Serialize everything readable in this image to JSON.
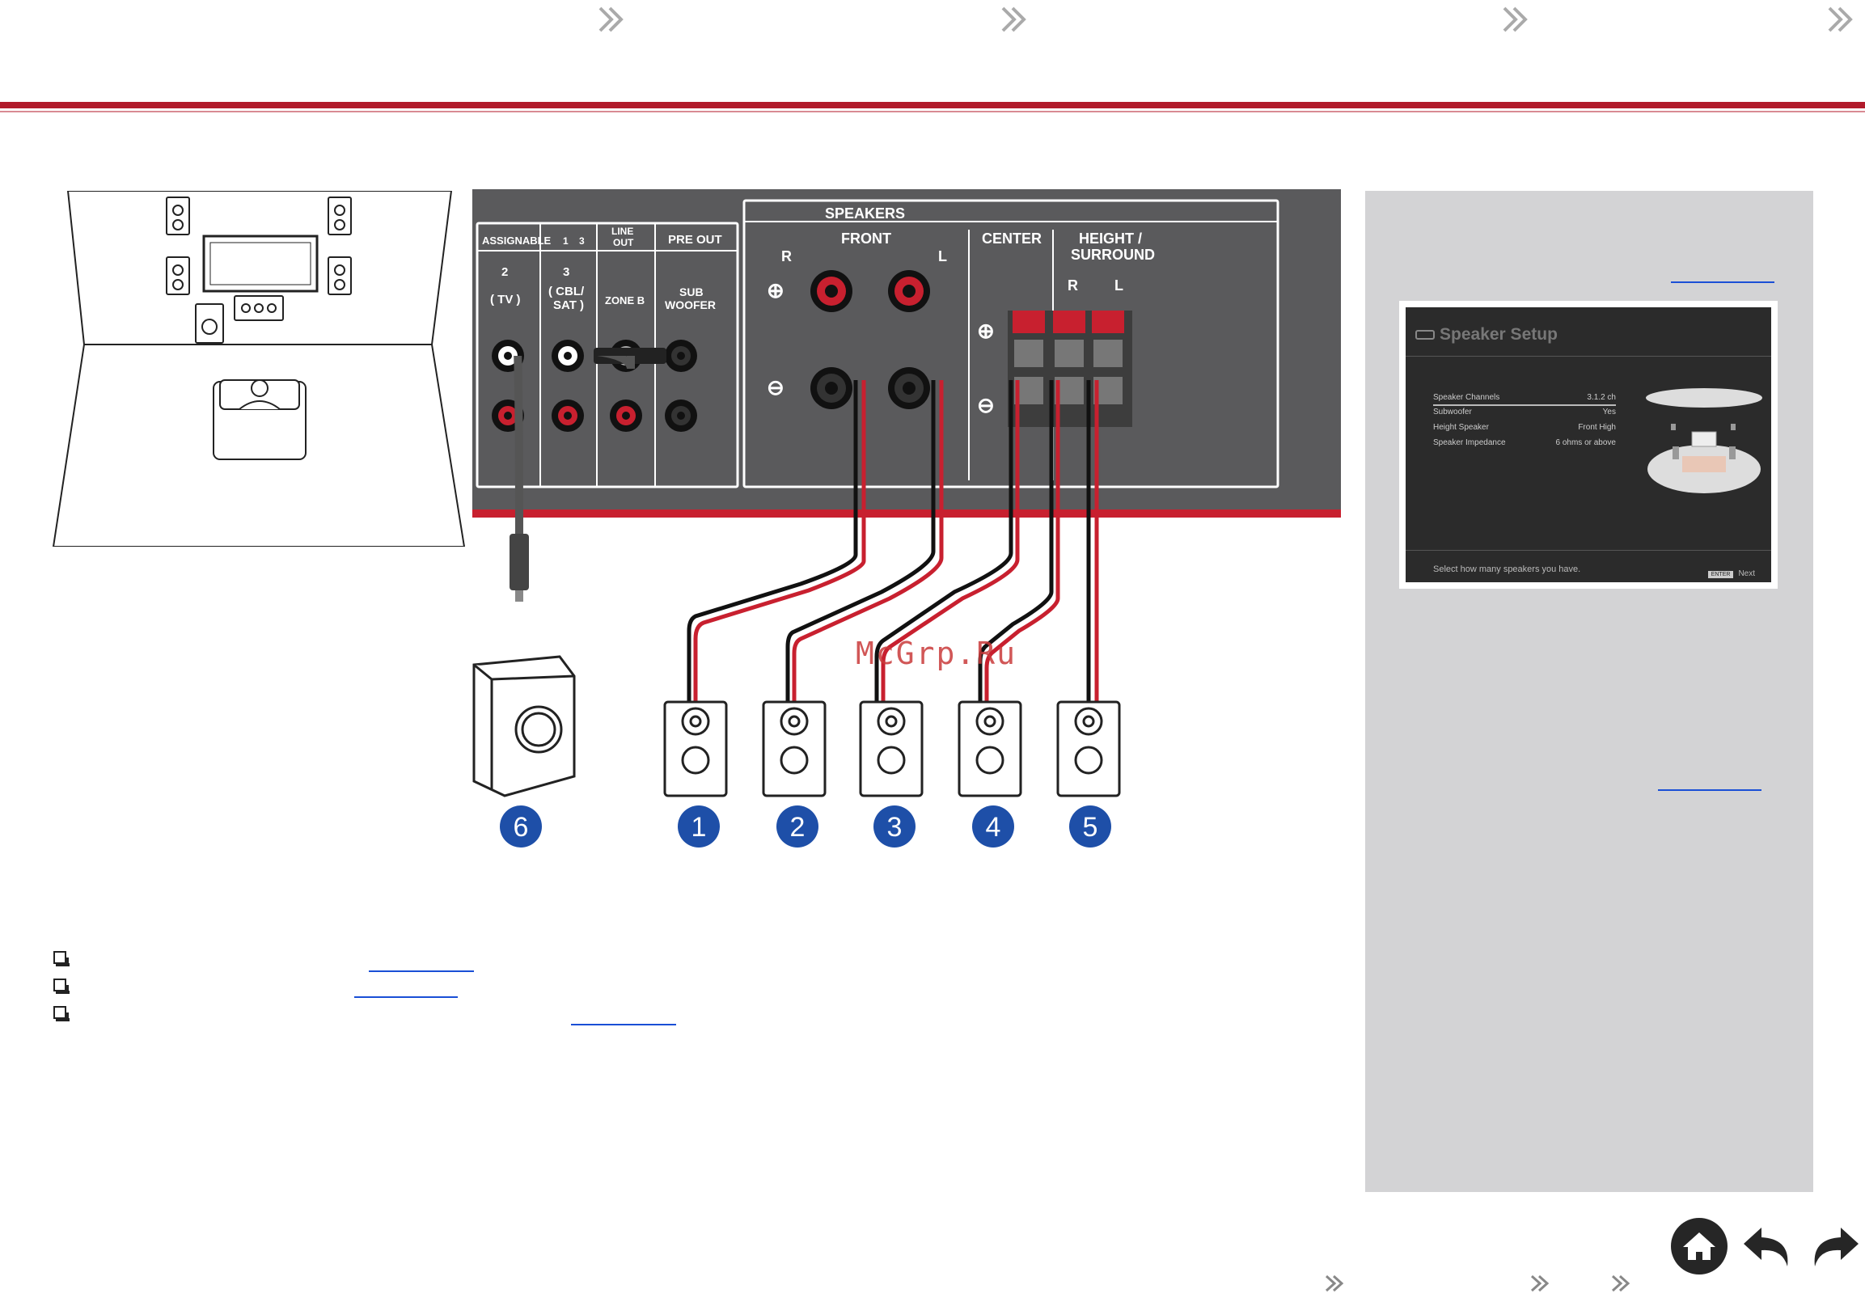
{
  "rear_panel": {
    "speakers_label": "SPEAKERS",
    "front_label": "FRONT",
    "front_r": "R",
    "front_l": "L",
    "center_label": "CENTER",
    "height_label_1": "HEIGHT /",
    "height_label_2": "SURROUND",
    "height_r": "R",
    "height_l": "L",
    "assignable_label": "ASSIGNABLE",
    "assignable_range_a": "1",
    "assignable_range_b": "3",
    "input2_num": "2",
    "input2_name": "( TV )",
    "input3_num": "3",
    "input3_name_1": "( CBL/",
    "input3_name_2": "SAT )",
    "line_out_1": "LINE",
    "line_out_2": "OUT",
    "zone_b": "ZONE B",
    "pre_out": "PRE OUT",
    "sub_1": "SUB",
    "sub_2": "WOOFER",
    "plus": "⊕",
    "minus": "⊖"
  },
  "speaker_numbers": [
    "6",
    "1",
    "2",
    "3",
    "4",
    "5"
  ],
  "watermark": "McGrp.Ru",
  "gui": {
    "title": "Speaker Setup",
    "rows": [
      {
        "label": "Speaker Channels",
        "value": "3.1.2 ch"
      },
      {
        "label": "Subwoofer",
        "value": "Yes"
      },
      {
        "label": "Height Speaker",
        "value": "Front High"
      },
      {
        "label": "Speaker Impedance",
        "value": "6 ohms or above"
      }
    ],
    "hint": "Select how many speakers you have.",
    "next_button": "ENTER",
    "next_label": "Next"
  },
  "colors": {
    "accent_red": "#b11a2b",
    "link_blue": "#1a4fd6",
    "number_blue": "#1e4fa8",
    "panel_gray": "#5a5a5c",
    "side_gray": "#d3d3d5",
    "nav_dark": "#262626"
  },
  "icons": [
    "chevron-right-icon",
    "home-icon",
    "back-icon",
    "forward-icon",
    "checkbox-icon"
  ]
}
